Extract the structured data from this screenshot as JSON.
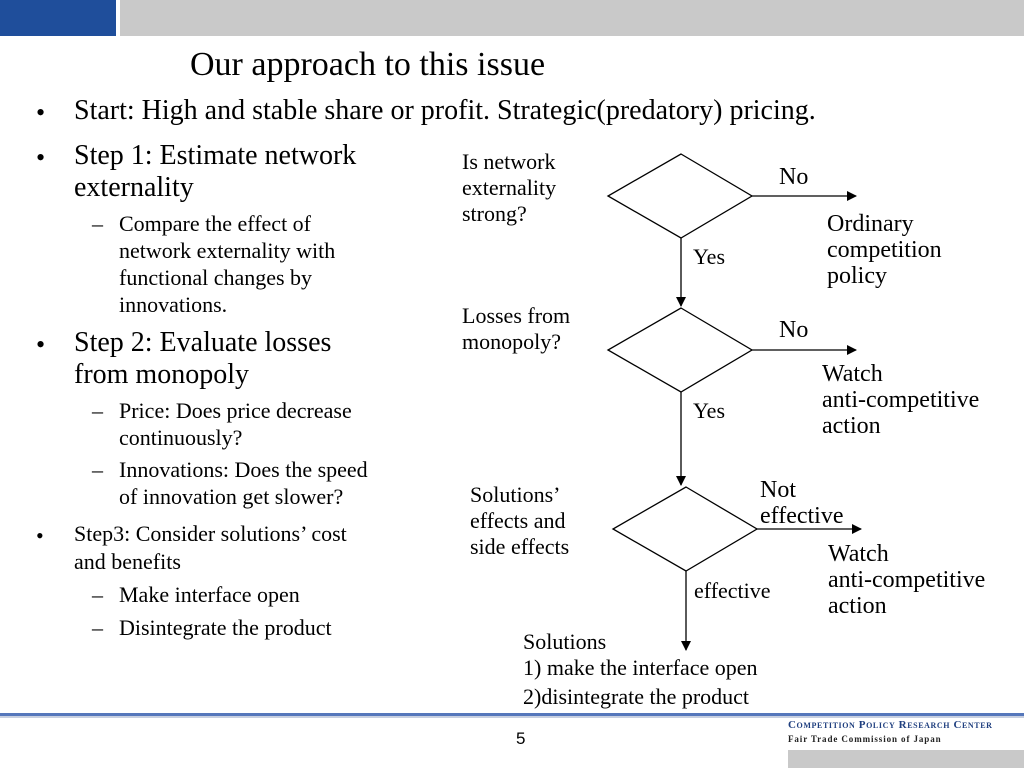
{
  "slide": {
    "title": "Our approach to this issue",
    "page_number": "5"
  },
  "bullets": {
    "start": "Start: High and stable share or profit.  Strategic(predatory) pricing.",
    "step1_line1": "Step 1: Estimate network",
    "step1_line2": "externality",
    "step1_sub1_l1": "Compare the effect of",
    "step1_sub1_l2": "network externality with",
    "step1_sub1_l3": "functional changes by",
    "step1_sub1_l4": "innovations.",
    "step2_line1": "Step 2: Evaluate losses",
    "step2_line2": "from monopoly",
    "step2_sub1_l1": "Price: Does price decrease",
    "step2_sub1_l2": "continuously?",
    "step2_sub2_l1": "Innovations: Does the speed",
    "step2_sub2_l2": "of innovation  get slower?",
    "step3_line1": "Step3: Consider solutions’ cost",
    "step3_line2": "and benefits",
    "step3_sub1": "Make interface open",
    "step3_sub2": "Disintegrate the product",
    "bullet_char": "•",
    "dash_char": "–"
  },
  "flowchart": {
    "q1_l1": "Is network",
    "q1_l2": "externality",
    "q1_l3": "strong?",
    "q1_no": "No",
    "q1_yes": "Yes",
    "r1_l1": "Ordinary",
    "r1_l2": "competition",
    "r1_l3": "policy",
    "q2_l1": "Losses from",
    "q2_l2": "monopoly?",
    "q2_no": "No",
    "q2_yes": "Yes",
    "r2_l1": "Watch",
    "r2_l2": "anti-competitive",
    "r2_l3": "action",
    "q3_l1": "Solutions’",
    "q3_l2": "effects and",
    "q3_l3": "side effects",
    "q3_not_l1": "Not",
    "q3_not_l2": "effective",
    "q3_eff": "effective",
    "r3_l1": "Watch",
    "r3_l2": "anti-competitive",
    "r3_l3": "action",
    "sol_l1": "Solutions",
    "sol_l2": "1) make the interface open",
    "sol_l3": "2)disintegrate the product"
  },
  "footer": {
    "org_line1": "Competition Policy Research Center",
    "org_line2": "Fair Trade Commission of Japan"
  }
}
